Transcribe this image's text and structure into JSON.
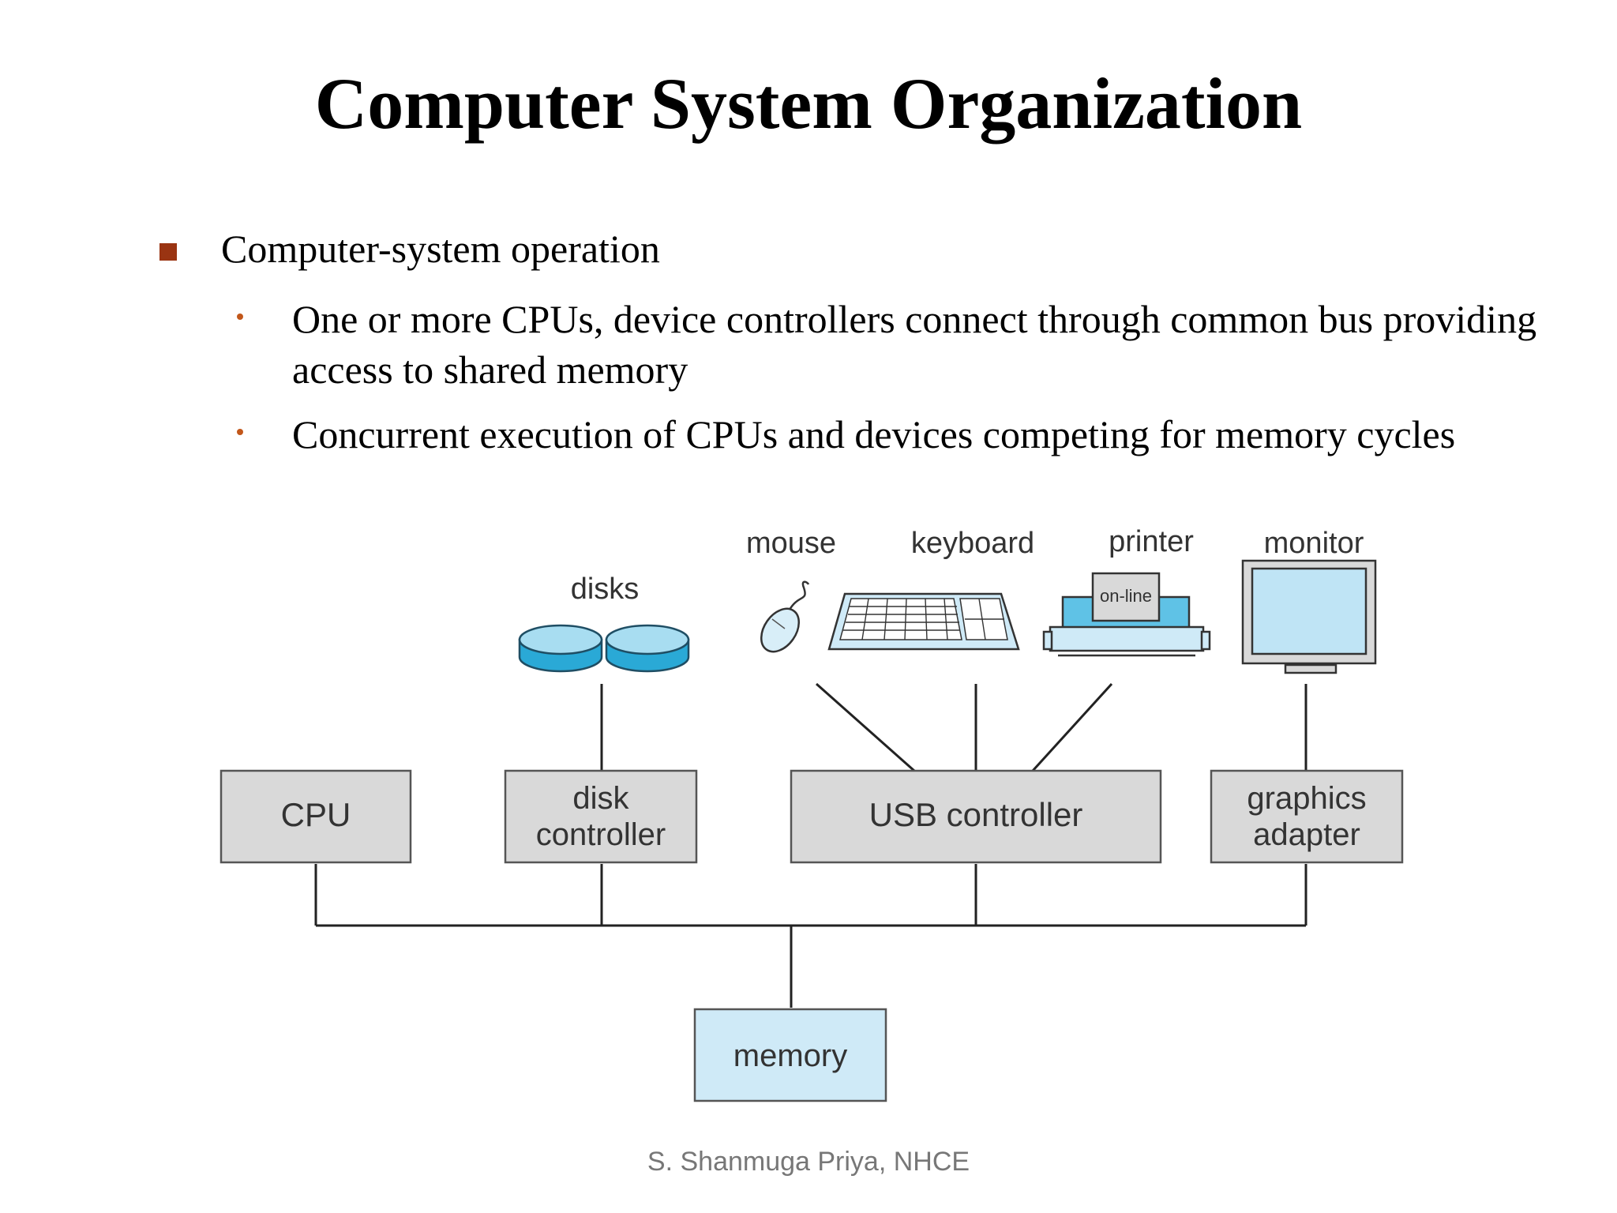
{
  "slide": {
    "title": "Computer System Organization",
    "bullet": "Computer-system operation",
    "sub_bullets": [
      "One or more CPUs, device controllers connect through common bus providing access to shared memory",
      "Concurrent execution of CPUs and devices competing for memory  cycles"
    ],
    "footer": "S. Shanmuga Priya, NHCE"
  },
  "diagram": {
    "devices": {
      "disks": "disks",
      "mouse": "mouse",
      "keyboard": "keyboard",
      "printer": "printer",
      "printer_panel": "on-line",
      "monitor": "monitor"
    },
    "boxes": {
      "cpu": "CPU",
      "disk_controller_line1": "disk",
      "disk_controller_line2": "controller",
      "usb_controller": "USB controller",
      "graphics_adapter_line1": "graphics",
      "graphics_adapter_line2": "adapter",
      "memory": "memory"
    }
  },
  "colors": {
    "box_fill": "#d9d9d9",
    "memory_fill": "#cfeaf7",
    "device_blue": "#5fc2e6",
    "bullet_square": "#9a3412",
    "bullet_dot": "#c2571a"
  }
}
